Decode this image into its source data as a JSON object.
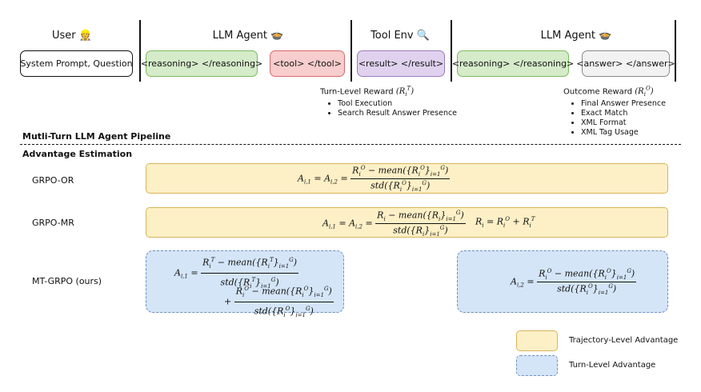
{
  "header": {
    "user": "User",
    "user_emoji": "👷",
    "agent1": "LLM Agent",
    "agent_emoji": "🍲",
    "toolenv": "Tool Env",
    "toolenv_emoji": "🔍",
    "agent2": "LLM Agent"
  },
  "boxes": {
    "system_prompt": "System Prompt, Question",
    "reasoning1": "<reasoning> </reasoning>",
    "tool": "<tool> </tool>",
    "result": "<result> </result>",
    "reasoning2": "<reasoning> </reasoning>",
    "answer": "<answer> </answer>"
  },
  "turn_reward": {
    "title": "Turn-Level Reward",
    "items": [
      "Tool Execution",
      "Search Result Answer Presence"
    ]
  },
  "outcome_reward": {
    "title": "Outcome Reward",
    "items": [
      "Final Answer Presence",
      "Exact Match",
      "XML Format",
      "XML Tag Usage"
    ]
  },
  "pipeline_title": "Mutli-Turn LLM Agent Pipeline",
  "advantage_title": "Advantage Estimation",
  "rows": {
    "grpo_or": "GRPO-OR",
    "grpo_mr": "GRPO-MR",
    "mt_grpo": "MT-GRPO (ours)"
  },
  "legend": {
    "trajectory": "Trajectory-Level Advantage",
    "turn": "Turn-Level Advantage"
  },
  "colors": {
    "trajectory_fill": "#fdf0c6",
    "trajectory_border": "#d8b45b",
    "turn_fill": "#d4e5f8",
    "turn_border": "#6f8fc0",
    "reasoning_fill": "#d5ebc9",
    "tool_fill": "#f8cdcd",
    "result_fill": "#e0d2ee",
    "answer_fill": "#f2f2f2"
  }
}
